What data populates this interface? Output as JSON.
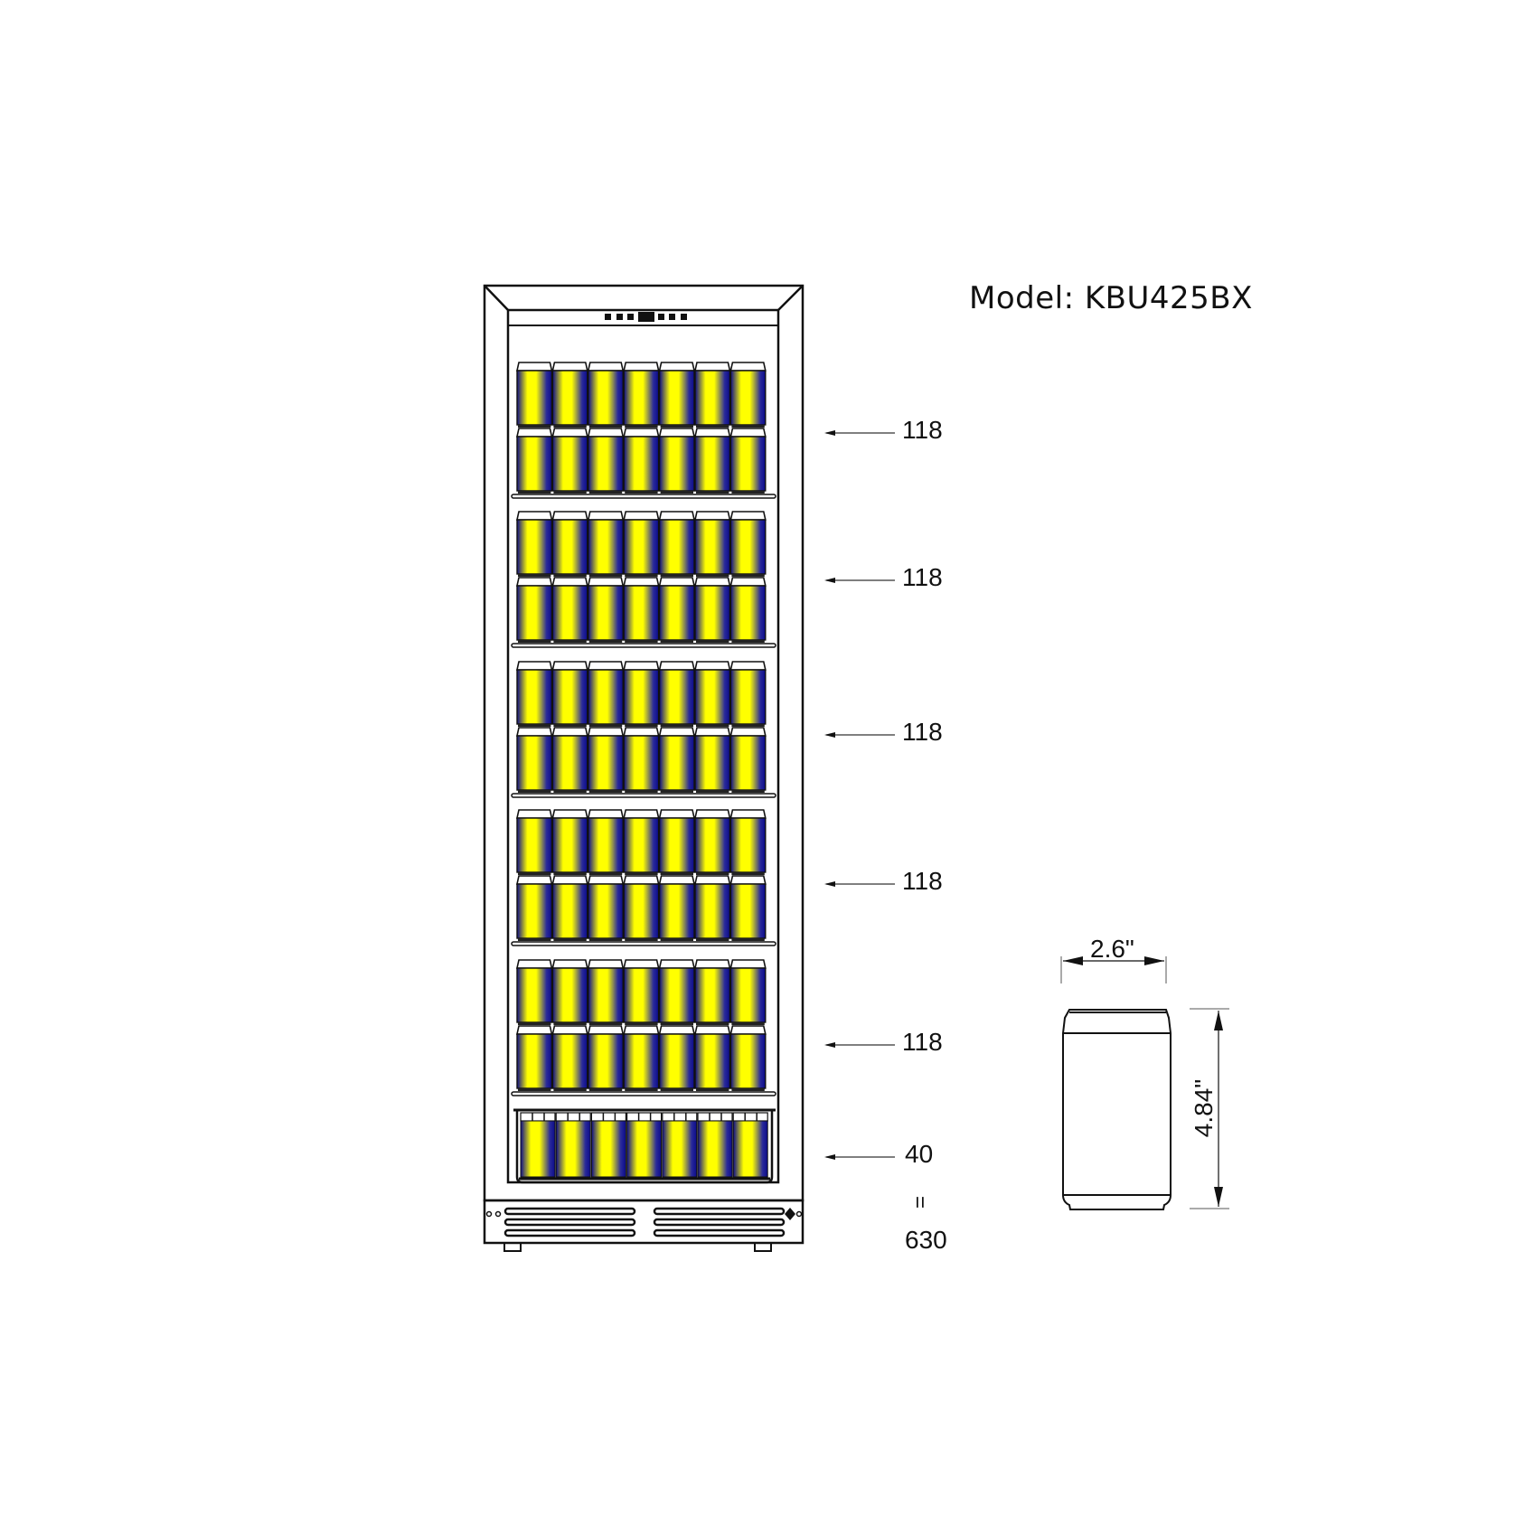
{
  "header": {
    "model_label": "Model: KBU425BX"
  },
  "fridge": {
    "shelf_capacities": [
      "118",
      "118",
      "118",
      "118",
      "118"
    ],
    "drawer_capacity": "40",
    "equals_sign": "=",
    "total_capacity": "630",
    "cans_per_row": 7,
    "rows_per_shelf": 2,
    "control_panel_buttons": 7
  },
  "can_diagram": {
    "width_label": "2.6\"",
    "height_label": "4.84\""
  },
  "colors": {
    "can_edge": "#0b0b8a",
    "can_center": "#ffff00",
    "line": "#111111",
    "background": "#ffffff"
  }
}
